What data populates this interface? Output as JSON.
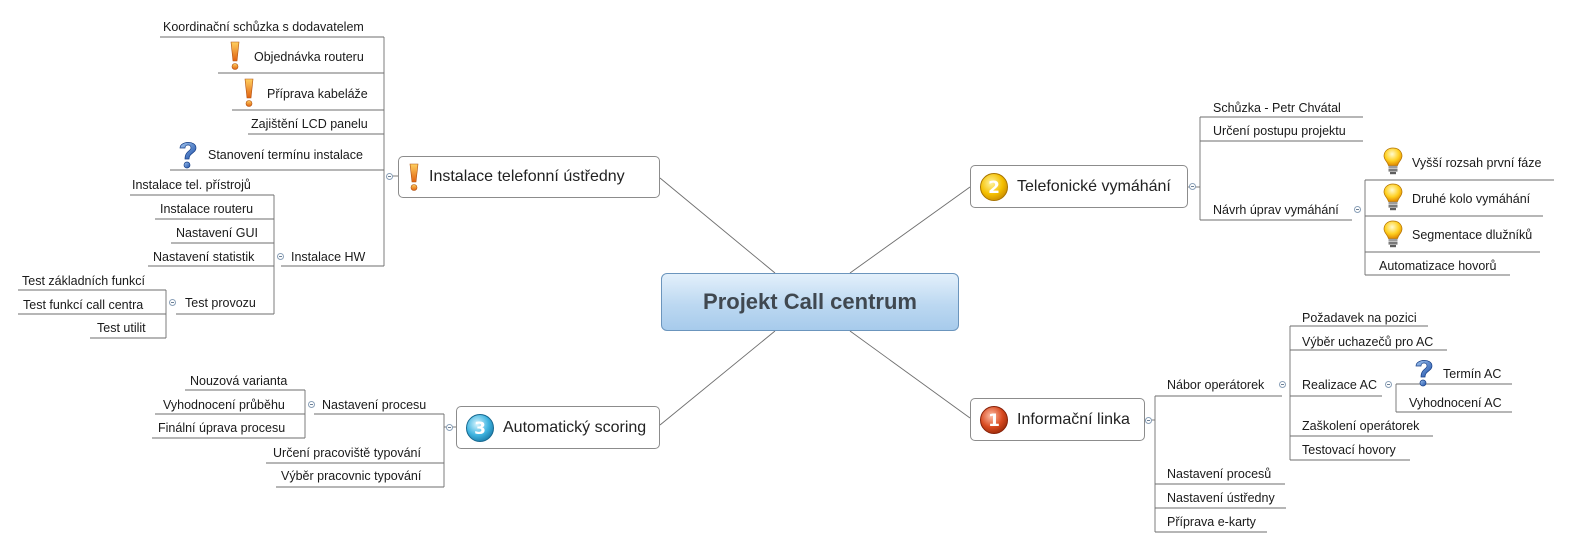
{
  "central": "Projekt Call centrum",
  "topics": {
    "instalace": "Instalace telefonní ústředny",
    "telefonicke": "Telefonické vymáhání",
    "scoring": "Automatický scoring",
    "informacni": "Informační linka"
  },
  "icons": {
    "priority_1": "1",
    "priority_2": "2",
    "priority_3": "3",
    "types": [
      "exclamation-icon",
      "question-icon",
      "lightbulb-icon",
      "priority-1-icon",
      "priority-2-icon",
      "priority-3-icon"
    ]
  },
  "instalace": {
    "koordinacni": "Koordinační schůzka s dodavatelem",
    "objednavka": "Objednávka routeru",
    "priprava": "Příprava kabeláže",
    "lcd": "Zajištění LCD panelu",
    "stanoveni": "Stanovení termínu instalace",
    "hw": "Instalace HW",
    "hw_items": [
      "Instalace tel. přístrojů",
      "Instalace routeru",
      "Nastavení GUI",
      "Nastavení statistik"
    ],
    "test": "Test provozu",
    "test_items": [
      "Test základních funkcí",
      "Test funkcí call centra",
      "Test utilit"
    ]
  },
  "telefonicke": {
    "schuzka": "Schůzka - Petr Chvátal",
    "urceni": "Určení postupu projektu",
    "navrh": "Návrh úprav vymáhání",
    "navrh_items": [
      "Vyšší rozsah první fáze",
      "Druhé kolo vymáhání",
      "Segmentace dlužníků",
      "Automatizace hovorů"
    ]
  },
  "scoring": {
    "nastaveni": "Nastavení procesu",
    "nastaveni_items": [
      "Nouzová varianta",
      "Vyhodnocení průběhu",
      "Finální úprava procesu"
    ],
    "urceni": "Určení pracoviště typování",
    "vyber": "Výběr pracovnic typování"
  },
  "informacni": {
    "nabor": "Nábor operátorek",
    "pozadavek": "Požadavek na pozici",
    "vyber": "Výběr uchazečů pro AC",
    "realizace": "Realizace AC",
    "termin": "Termín AC",
    "vyhodnoceni": "Vyhodnocení AC",
    "zaskoleni": "Zaškolení operátorek",
    "testovaci": "Testovací hovory",
    "procesu": "Nastavení procesů",
    "ustredny": "Nastavení ústředny",
    "ekarty": "Příprava e-karty"
  }
}
